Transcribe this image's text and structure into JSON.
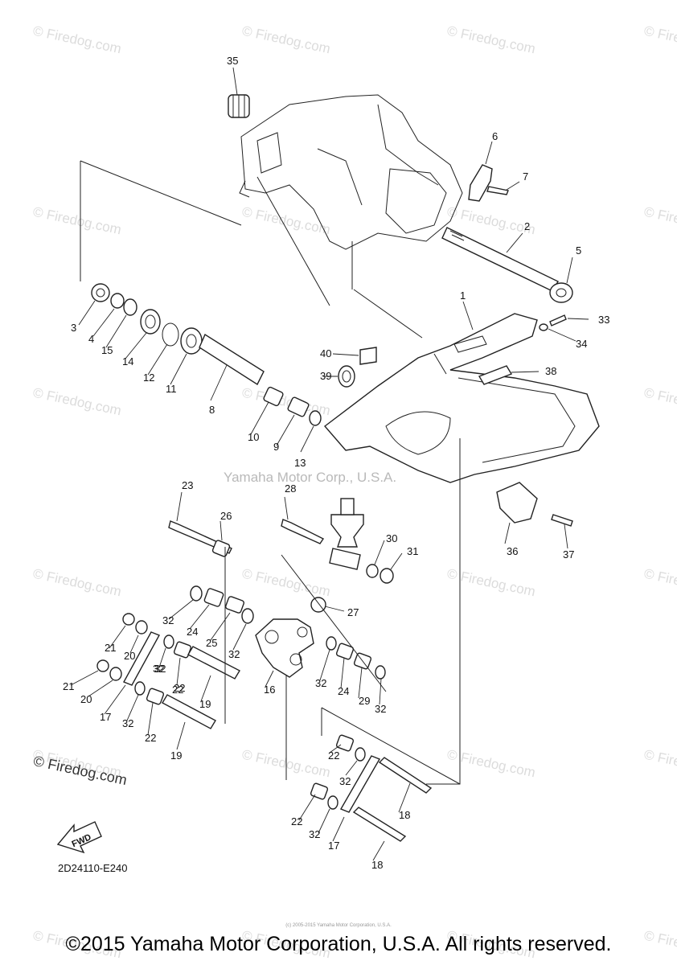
{
  "watermark": "© Firedog.com",
  "center_watermark": "Yamaha Motor Corp., U.S.A.",
  "logo_text": "© Firedog.com",
  "fwd_label": "FWD",
  "diagram_code": "2D24110-E240",
  "tiny_print": "(c) 2005-2015 Yamaha Motor Corporation, U.S.A.",
  "footer": "©2015 Yamaha Motor Corporation, U.S.A. All rights reserved.",
  "callouts": [
    "1",
    "2",
    "3",
    "4",
    "5",
    "6",
    "7",
    "8",
    "9",
    "10",
    "11",
    "12",
    "13",
    "14",
    "15",
    "16",
    "17",
    "17",
    "18",
    "18",
    "19",
    "19",
    "20",
    "20",
    "21",
    "21",
    "22",
    "22",
    "22",
    "22",
    "22",
    "23",
    "24",
    "24",
    "25",
    "26",
    "27",
    "28",
    "29",
    "30",
    "31",
    "32",
    "32",
    "32",
    "32",
    "32",
    "32",
    "32",
    "32",
    "32",
    "33",
    "34",
    "35",
    "36",
    "37",
    "38",
    "39",
    "40"
  ]
}
